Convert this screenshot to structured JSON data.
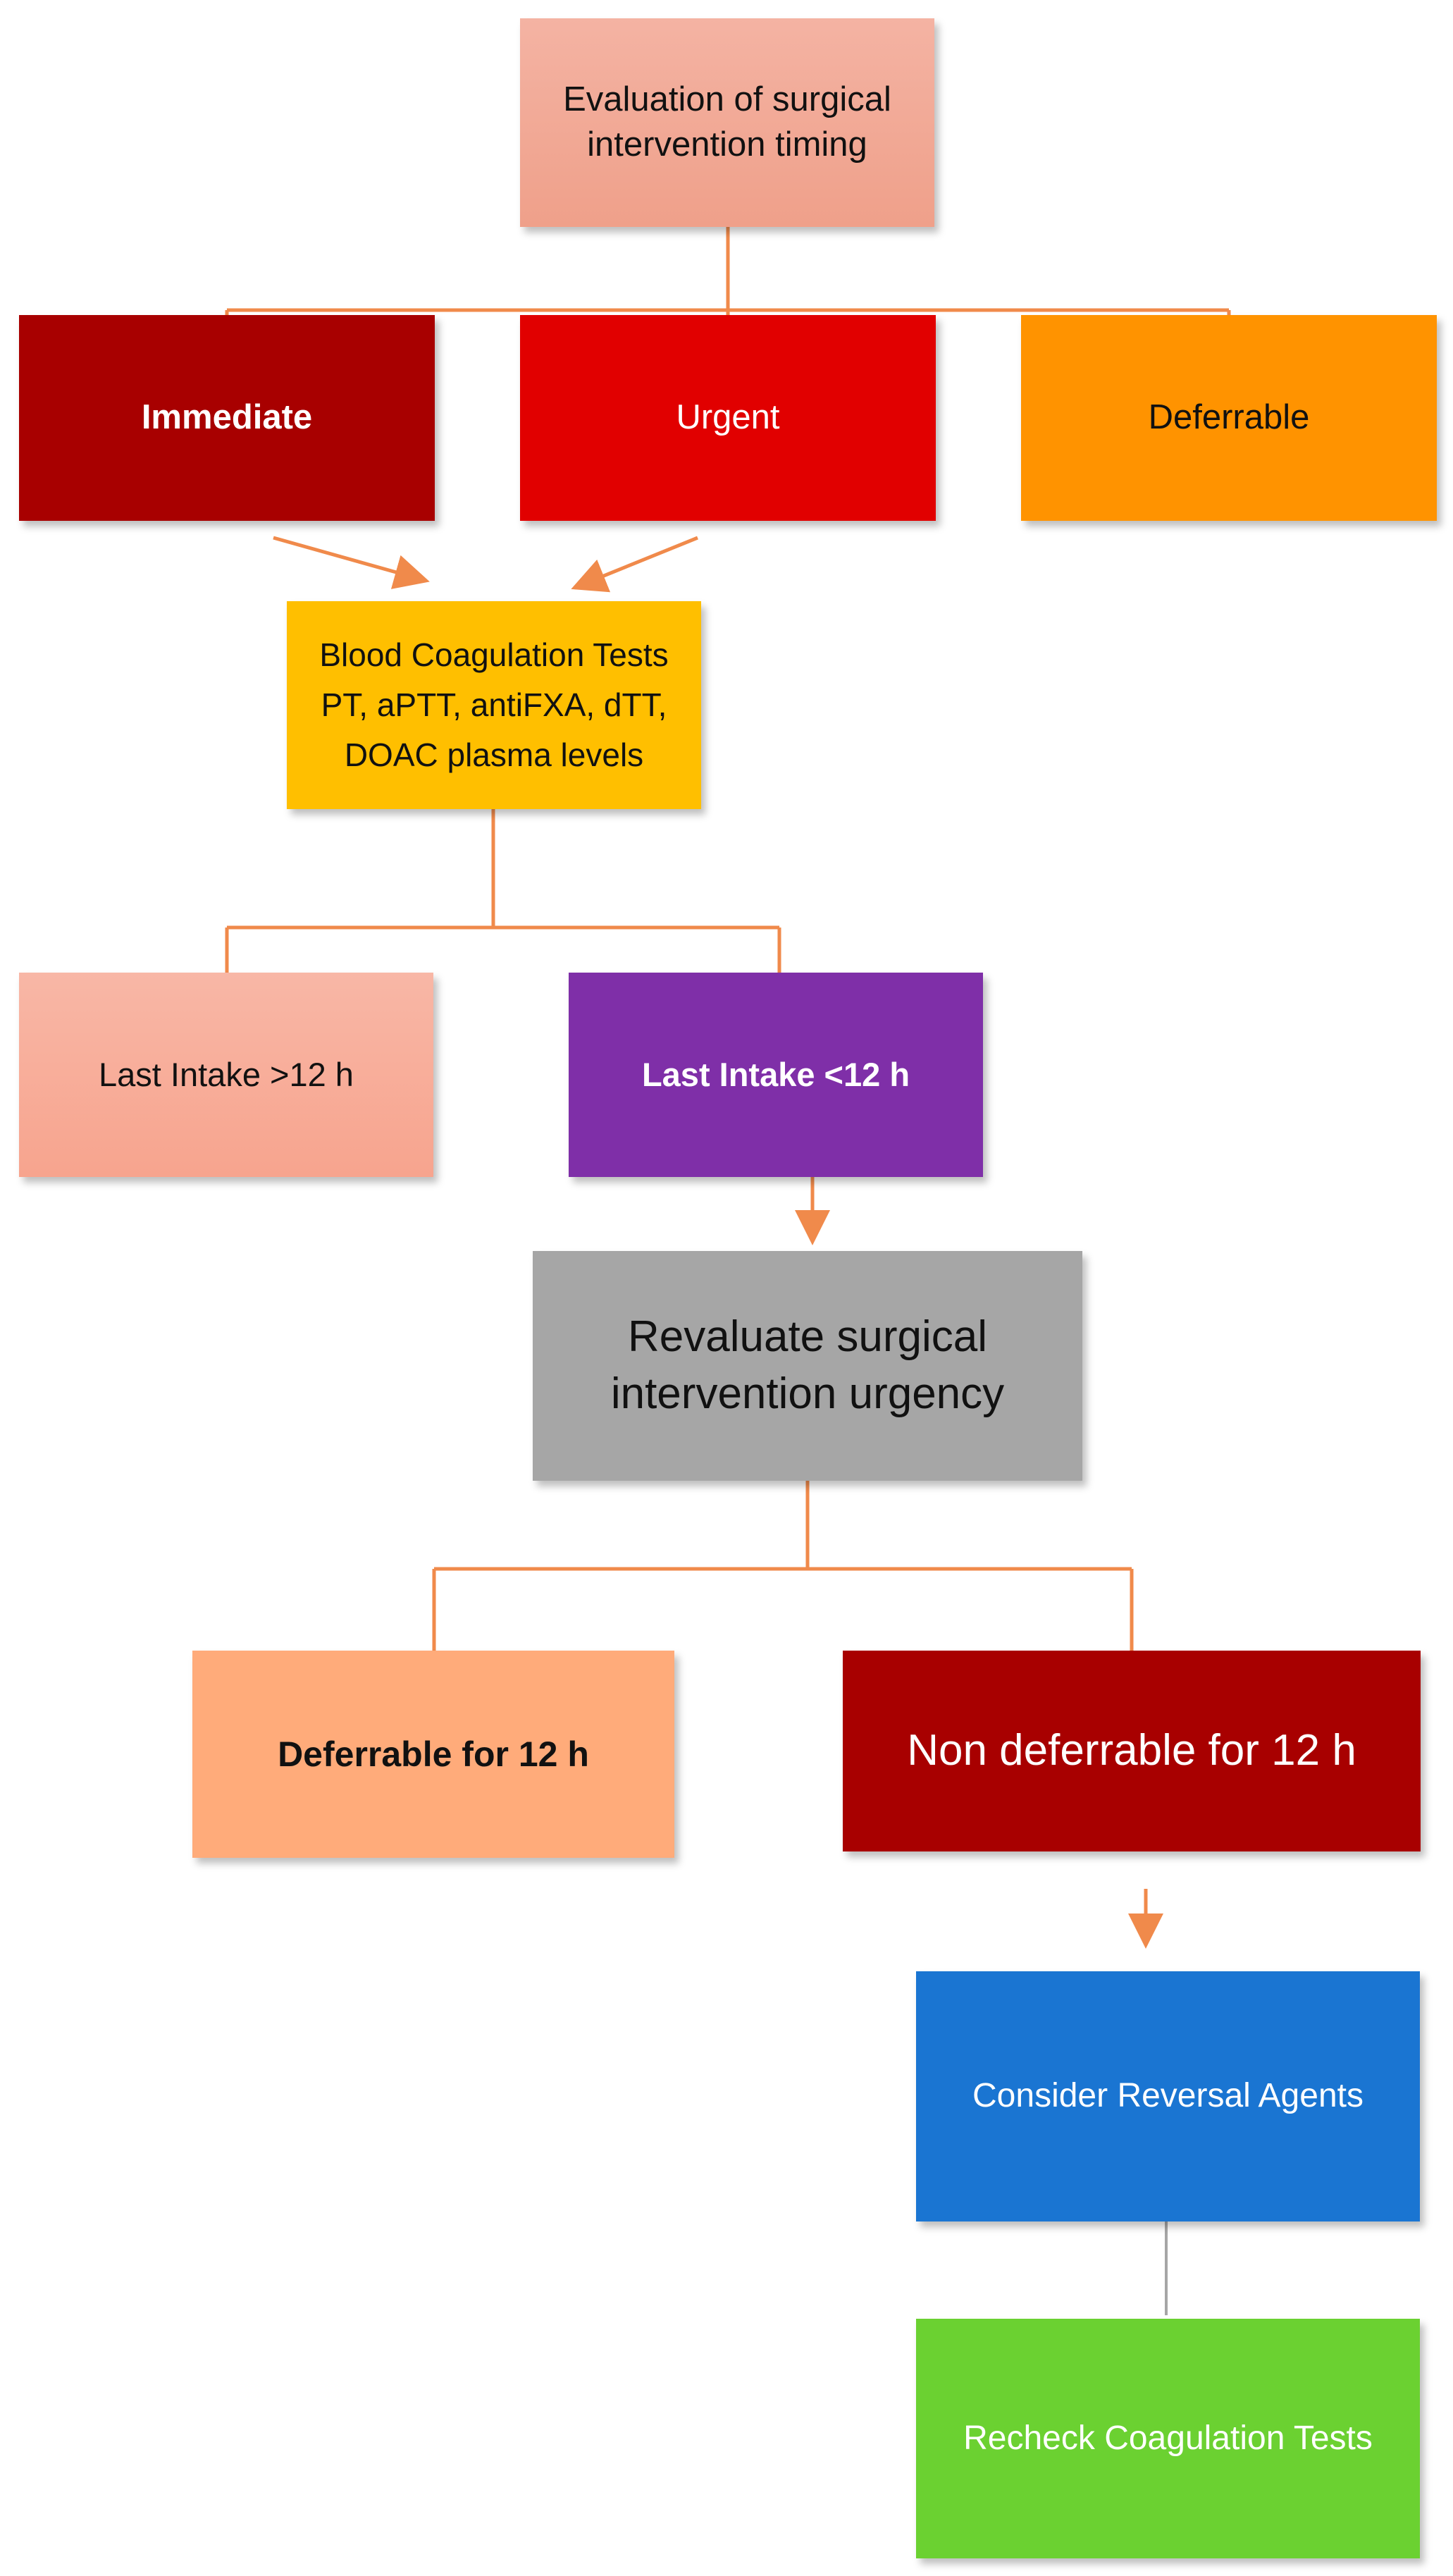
{
  "nodes": {
    "evaluation": {
      "text": "Evaluation of surgical\nintervention timing",
      "fill": "#efa08a",
      "text_color": "#111111"
    },
    "immediate": {
      "text": "Immediate",
      "fill": "#a80000",
      "text_color": "#ffffff"
    },
    "urgent": {
      "text": "Urgent",
      "fill": "#e10000",
      "text_color": "#ffffff"
    },
    "deferrable": {
      "text": "Deferrable",
      "fill": "#ff9300",
      "text_color": "#111111"
    },
    "blood_tests": {
      "text": "Blood Coagulation Tests\nPT, aPTT, antiFXA, dTT,\nDOAC plasma levels",
      "fill": "#ffbf00",
      "text_color": "#111111"
    },
    "last_intake_over": {
      "text": "Last Intake >12 h",
      "fill": "#f7a48e",
      "text_color": "#111111"
    },
    "last_intake_under": {
      "text": "Last  Intake <12 h",
      "fill": "#7f2fa8",
      "text_color": "#ffffff"
    },
    "revaluate": {
      "text": "Revaluate surgical\nintervention urgency",
      "fill": "#a6a6a6",
      "text_color": "#111111"
    },
    "deferrable_12": {
      "text": "Deferrable for 12 h",
      "fill": "#ffab7a",
      "text_color": "#111111"
    },
    "non_deferrable_12": {
      "text": "Non  deferrable for 12 h",
      "fill": "#a80000",
      "text_color": "#ffffff"
    },
    "reversal": {
      "text": "Consider Reversal Agents",
      "fill": "#1a75d2",
      "text_color": "#ffffff"
    },
    "recheck": {
      "text": "Recheck Coagulation Tests",
      "fill": "#6bd131",
      "text_color": "#ffffff"
    }
  },
  "colors": {
    "connector": "#f08a4b",
    "connector_gray": "#a6a6a6"
  }
}
